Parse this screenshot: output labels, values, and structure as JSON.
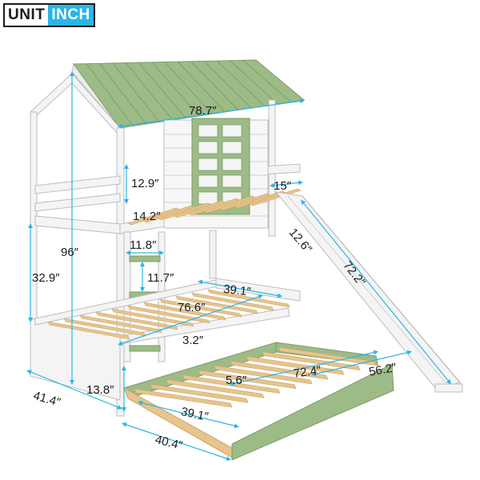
{
  "badge": {
    "unit": "UNIT",
    "inch": "INCH"
  },
  "colors": {
    "accent": "#29b6e6",
    "frame_white": "#f4f4f4",
    "roof_green": "#9dbb86",
    "slat_wood": "#e6c48c",
    "line": "#bdbdbd",
    "text": "#1b1b1b"
  },
  "dimensions": {
    "roof_width": "78.7″",
    "guardrail_height": "12.9″",
    "top_slat_gap": "14.2″",
    "slide_step": "15″",
    "slide_width": "12.6″",
    "total_height": "96″",
    "ladder_step": "11.8″",
    "ladder_gap": "11.7″",
    "slide_length": "72.2″",
    "lower_height": "32.9″",
    "lower_width": "39.1″",
    "lower_length": "76.6″",
    "lower_slat_gap": "3.2″",
    "trundle_slat_gap": "5.6″",
    "trundle_length": "72.4″",
    "trundle_extension": "56.2″",
    "trundle_height": "13.8″",
    "total_depth": "41.4″",
    "trundle_width": "39.1″",
    "trundle_depth": "40.4″"
  }
}
